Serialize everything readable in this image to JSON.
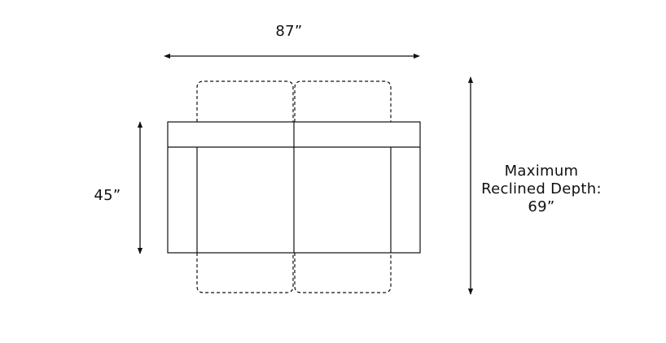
{
  "dimensions": {
    "width": "87”",
    "depth": "45”",
    "reclined_depth_lines": [
      "Maximum",
      "Reclined Depth:",
      "69”"
    ]
  },
  "colors": {
    "line": "#111111",
    "background": "#ffffff"
  }
}
